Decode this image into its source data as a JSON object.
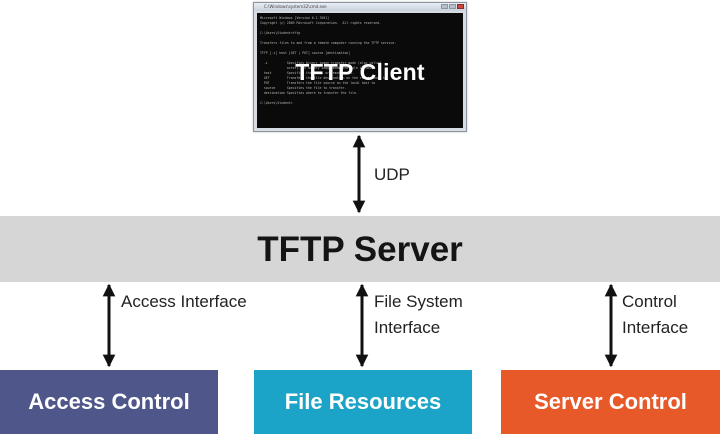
{
  "client": {
    "title": "TFTP Client",
    "window_title": "C:\\Windows\\system32\\cmd.exe",
    "console_lines": [
      "Microsoft Windows [Version 6.1.7601]",
      "Copyright (c) 2009 Microsoft Corporation.  All rights reserved.",
      "",
      "C:\\Users\\Student>tftp",
      "",
      "Transfers files to and from a remote computer running the TFTP service.",
      "",
      "TFTP [-i] host [GET | PUT] source [destination]",
      "",
      "  -i          Specifies binary image transfer mode (also called",
      "              octet). In binary image mode the file is moved",
      "  host        Specifies the local or remote host.",
      "  GET         Transfers the file destination on the remote host to",
      "  PUT         Transfers the file source on the local host to",
      "  source      Specifies the file to transfer.",
      "  destination Specifies where to transfer the file.",
      "",
      "C:\\Users\\Student>"
    ]
  },
  "links": {
    "udp": "UDP",
    "access_interface": "Access Interface",
    "file_system_interface": [
      "File System",
      "Interface"
    ],
    "control_interface": [
      "Control",
      "Interface"
    ]
  },
  "server": {
    "title": "TFTP Server"
  },
  "components": {
    "access_control": "Access Control",
    "file_resources": "File Resources",
    "server_control": "Server Control"
  },
  "colors": {
    "server_band": "#d6d6d6",
    "access_control": "#4f5689",
    "file_resources": "#1ba4c7",
    "server_control": "#e8592a",
    "console_background": "#0a0a0a"
  }
}
